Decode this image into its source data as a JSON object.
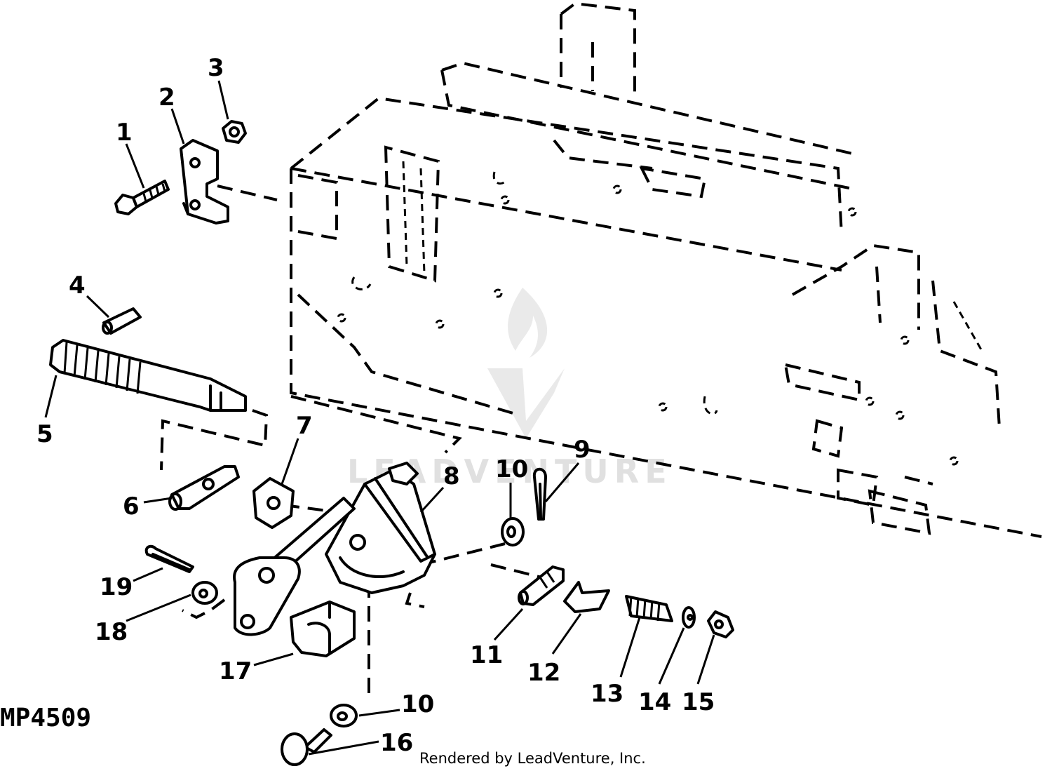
{
  "diagram": {
    "drawing_id": "MP4509",
    "credit": "Rendered by LeadVenture, Inc.",
    "watermark": "LEADVENTURE",
    "callouts": [
      {
        "id": "c1",
        "label": "1"
      },
      {
        "id": "c2",
        "label": "2"
      },
      {
        "id": "c3",
        "label": "3"
      },
      {
        "id": "c4",
        "label": "4"
      },
      {
        "id": "c5",
        "label": "5"
      },
      {
        "id": "c6",
        "label": "6"
      },
      {
        "id": "c7",
        "label": "7"
      },
      {
        "id": "c8",
        "label": "8"
      },
      {
        "id": "c9",
        "label": "9"
      },
      {
        "id": "c10a",
        "label": "10"
      },
      {
        "id": "c10b",
        "label": "10"
      },
      {
        "id": "c11",
        "label": "11"
      },
      {
        "id": "c12",
        "label": "12"
      },
      {
        "id": "c13",
        "label": "13"
      },
      {
        "id": "c14",
        "label": "14"
      },
      {
        "id": "c15",
        "label": "15"
      },
      {
        "id": "c16",
        "label": "16"
      },
      {
        "id": "c17",
        "label": "17"
      },
      {
        "id": "c18",
        "label": "18"
      },
      {
        "id": "c19",
        "label": "19"
      }
    ]
  }
}
